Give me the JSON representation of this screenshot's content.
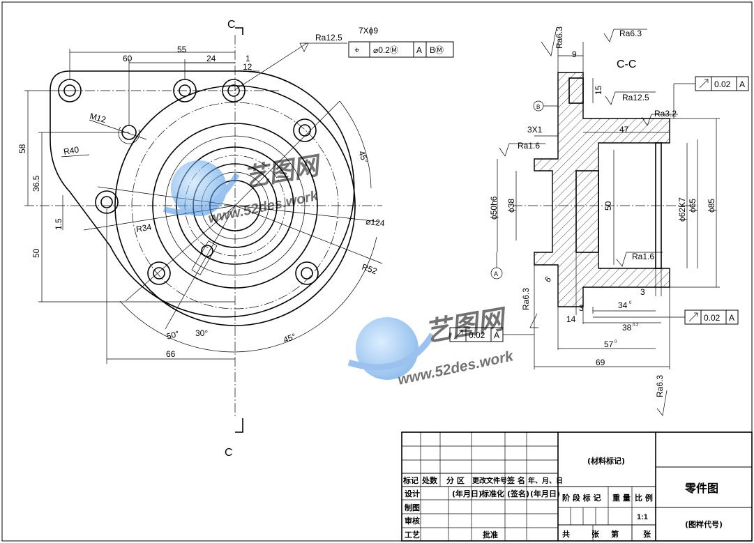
{
  "section": {
    "top_label": "C",
    "bottom_label": "C",
    "view_title": "C-C"
  },
  "front_view": {
    "dims": [
      "60",
      "55",
      "24",
      "1",
      "12",
      "58",
      "36.5",
      "1.5",
      "50",
      "66"
    ],
    "thread": "M12",
    "radii": [
      "R40",
      "R34",
      "R52"
    ],
    "diameter": "⌀124",
    "angles": [
      "45°",
      "30°",
      "50°",
      "45°"
    ]
  },
  "feature_control": {
    "hole_spec": "7Xϕ9",
    "roughness": "Ra12.5",
    "symbol": "⌖",
    "tolerance": "⌀0.2Ⓜ",
    "datum1": "A",
    "datum2": "BⓂ"
  },
  "section_view": {
    "roughness": [
      "Ra6.3",
      "Ra6.3",
      "Ra12.5",
      "Ra3.2",
      "Ra1.6",
      "Ra1.6",
      "Ra6.3",
      "Ra6.3"
    ],
    "dims_h": [
      "9",
      "3X1",
      "47",
      "3",
      "3",
      "34",
      "14",
      "38",
      "57",
      "69"
    ],
    "dims_v": [
      "15",
      "ϕ50h6",
      "ϕ38",
      "50",
      "ϕ62K7",
      "ϕ65",
      "ϕ85",
      "6"
    ],
    "runout_value": "0.02",
    "runout_datum": "A",
    "datum_label": "A",
    "datum_b": "B",
    "sup_34": "0",
    "sup_38": "0.2",
    "sup_57": "0"
  },
  "title_block": {
    "material": "(材料标记)",
    "part_name": "零件图",
    "drawing_no": "(图样代号)",
    "scale": "1:1",
    "headers": [
      "标记",
      "处数",
      "分 区",
      "更改文件号",
      "签 名",
      "年、月、日"
    ],
    "rows": [
      [
        "设计",
        "(年月日)",
        "标准化",
        "(签名)",
        "(年月日)"
      ],
      [
        "制图"
      ],
      [
        "审核"
      ],
      [
        "工艺",
        "批准"
      ]
    ],
    "stage_cells": [
      "阶 段 标 记",
      "重 量",
      "比 例"
    ],
    "sheet_cells": [
      "共",
      "张",
      "第",
      "张"
    ]
  },
  "watermark": {
    "brand": "艺图网",
    "url": "www.52des.work"
  }
}
